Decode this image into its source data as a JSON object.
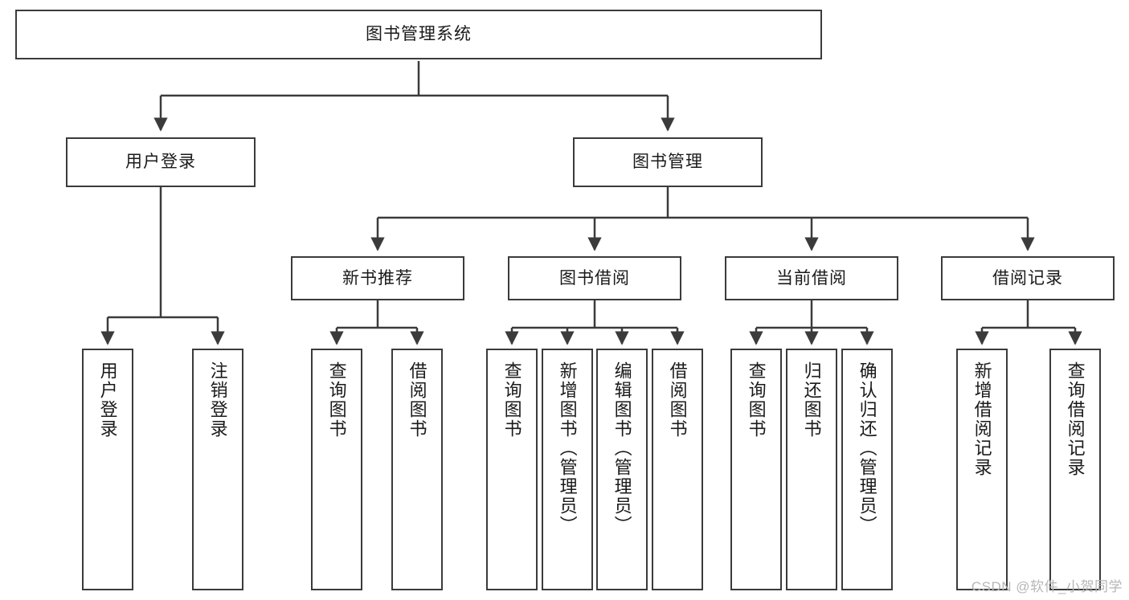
{
  "diagram": {
    "title_text": "图书管理系统",
    "watermark": "CSDN @软件_小贺同学",
    "colors": {
      "box_border": "#3b3b3b",
      "connector": "#3b3b3b",
      "background": "#ffffff",
      "text": "#1a1a1a",
      "watermark": "#b6b6b6"
    },
    "levels": {
      "root": {
        "label": "图书管理系统"
      },
      "level2": [
        {
          "label": "用户登录"
        },
        {
          "label": "图书管理"
        }
      ],
      "level3": [
        {
          "label": "新书推荐"
        },
        {
          "label": "图书借阅"
        },
        {
          "label": "当前借阅"
        },
        {
          "label": "借阅记录"
        }
      ],
      "leaves_user_login": [
        {
          "label": "用户登录"
        },
        {
          "label": "注销登录"
        }
      ],
      "leaves_new_book": [
        {
          "label": "查询图书"
        },
        {
          "label": "借阅图书"
        }
      ],
      "leaves_borrow": [
        {
          "label": "查询图书"
        },
        {
          "label": "新增图书（管理员）"
        },
        {
          "label": "编辑图书（管理员）"
        },
        {
          "label": "借阅图书"
        }
      ],
      "leaves_current": [
        {
          "label": "查询图书"
        },
        {
          "label": "归还图书"
        },
        {
          "label": "确认归还（管理员）"
        }
      ],
      "leaves_records": [
        {
          "label": "新增借阅记录"
        },
        {
          "label": "查询借阅记录"
        }
      ]
    }
  }
}
